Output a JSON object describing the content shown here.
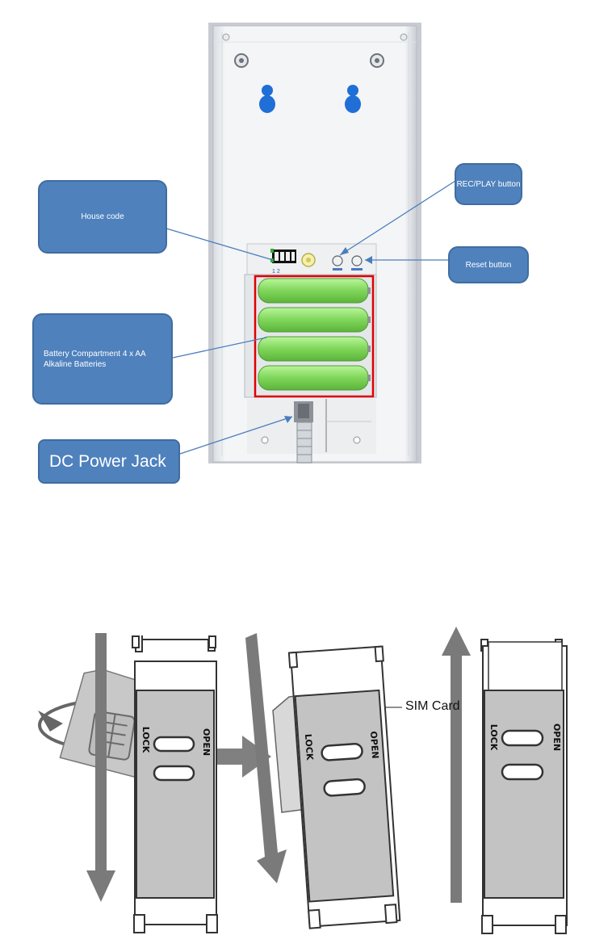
{
  "device": {
    "callouts": {
      "house_code": "House code",
      "rec_play": "REC/PLAY button",
      "reset": "Reset button",
      "battery": "Battery Compartment 4 x AA Alkaline Batteries",
      "dc_jack": "DC Power Jack"
    },
    "dip_switch_numbers": "1 2",
    "battery_count": 4
  },
  "sim": {
    "label": "SIM Card",
    "tray_lock": "LOCK",
    "tray_open": "OPEN"
  },
  "colors": {
    "callout_fill": "#4f81bd",
    "keyhole": "#1f6fd6",
    "battery": "#8ee06a",
    "highlight_box": "#e00000",
    "arrow": "#808080"
  }
}
